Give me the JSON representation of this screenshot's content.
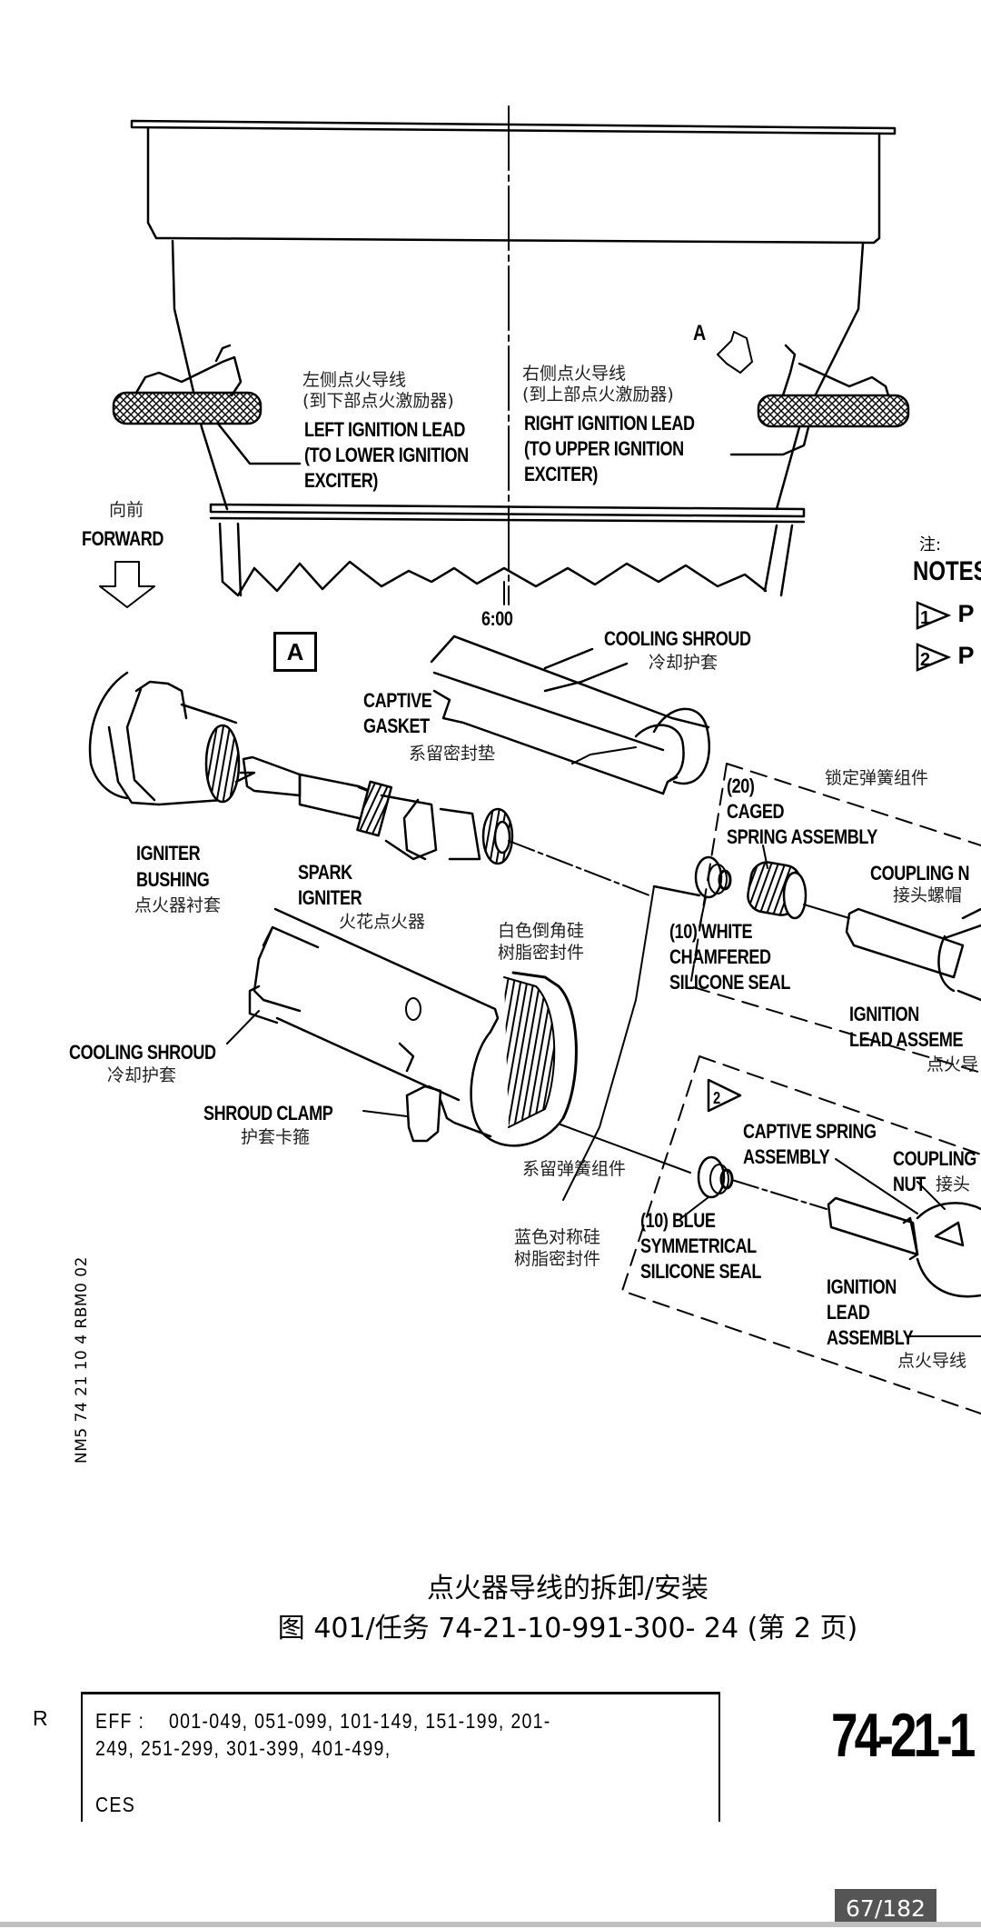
{
  "figure": {
    "view_label": "A",
    "view_arrow_label": "A",
    "clock_position": "6:00",
    "forward": {
      "zh": "向前",
      "en": "FORWARD"
    },
    "left_lead": {
      "zh_line1": "左侧点火导线",
      "zh_line2": "(到下部点火激励器)",
      "en_line1": "LEFT IGNITION LEAD",
      "en_line2": "(TO LOWER IGNITION",
      "en_line3": "EXCITER)"
    },
    "right_lead": {
      "zh_line1": "右侧点火导线",
      "zh_line2": "(到上部点火激励器)",
      "en_line1": "RIGHT IGNITION LEAD",
      "en_line2": "(TO UPPER IGNITION",
      "en_line3": "EXCITER)"
    },
    "notes": {
      "zh": "注:",
      "en": "NOTES",
      "items": [
        {
          "number": "1",
          "text": "P"
        },
        {
          "number": "2",
          "text": "P"
        }
      ]
    },
    "callouts": {
      "cooling_shroud_top": {
        "en": "COOLING SHROUD",
        "zh": "冷却护套"
      },
      "captive_gasket": {
        "en_line1": "CAPTIVE",
        "en_line2": "GASKET",
        "zh": "系留密封垫"
      },
      "igniter_bushing": {
        "en_line1": "IGNITER",
        "en_line2": "BUSHING",
        "zh": "点火器衬套"
      },
      "spark_igniter": {
        "en_line1": "SPARK",
        "en_line2": "IGNITER",
        "zh": "火花点火器"
      },
      "caged_spring": {
        "en_line1": "(20)",
        "en_line2": "CAGED",
        "en_line3": "SPRING ASSEMBLY",
        "zh": "锁定弹簧组件"
      },
      "coupling_nut_top": {
        "en": "COUPLING N",
        "zh": "接头螺帽"
      },
      "white_seal": {
        "en_line1": "(10) WHITE",
        "en_line2": "CHAMFERED",
        "en_line3": "SILICONE SEAL",
        "zh_line1": "白色倒角硅",
        "zh_line2": "树脂密封件"
      },
      "ignition_lead_top": {
        "en_line1": "IGNITION",
        "en_line2": "LEAD ASSEME",
        "zh": "点火导"
      },
      "cooling_shroud_bottom": {
        "en": "COOLING SHROUD",
        "zh": "冷却护套"
      },
      "shroud_clamp": {
        "en": "SHROUD CLAMP",
        "zh": "护套卡箍"
      },
      "note2_marker": "2",
      "captive_spring": {
        "en_line1": "CAPTIVE SPRING",
        "en_line2": "ASSEMBLY",
        "zh": "系留弹簧组件"
      },
      "coupling_nut_bottom": {
        "en_line1": "COUPLING",
        "en_line2": "NUT",
        "zh": "接头"
      },
      "blue_seal": {
        "en_line1": "(10) BLUE",
        "en_line2": "SYMMETRICAL",
        "en_line3": "SILICONE SEAL",
        "zh_line1": "蓝色对称硅",
        "zh_line2": "树脂密封件"
      },
      "ignition_lead_bottom": {
        "en_line1": "IGNITION",
        "en_line2": "LEAD",
        "en_line3": "ASSEMBLY",
        "zh": "点火导线"
      }
    },
    "side_code": "NM5 74 21 10 4 RBM0 02"
  },
  "caption": {
    "title": "点火器导线的拆卸/安装",
    "subtitle": "图  401/任务  74-21-10-991-300-  24 (第 2 页)"
  },
  "footer": {
    "revision_mark": "R",
    "eff_text": "EFF :    001-049, 051-099, 101-149, 151-199, 201-\n249, 251-299, 301-399, 401-499,",
    "customer": "CES",
    "doc_number": "74-21-1"
  },
  "viewer": {
    "page_indicator": "67/182",
    "current_page": 67,
    "total_pages": 182
  }
}
